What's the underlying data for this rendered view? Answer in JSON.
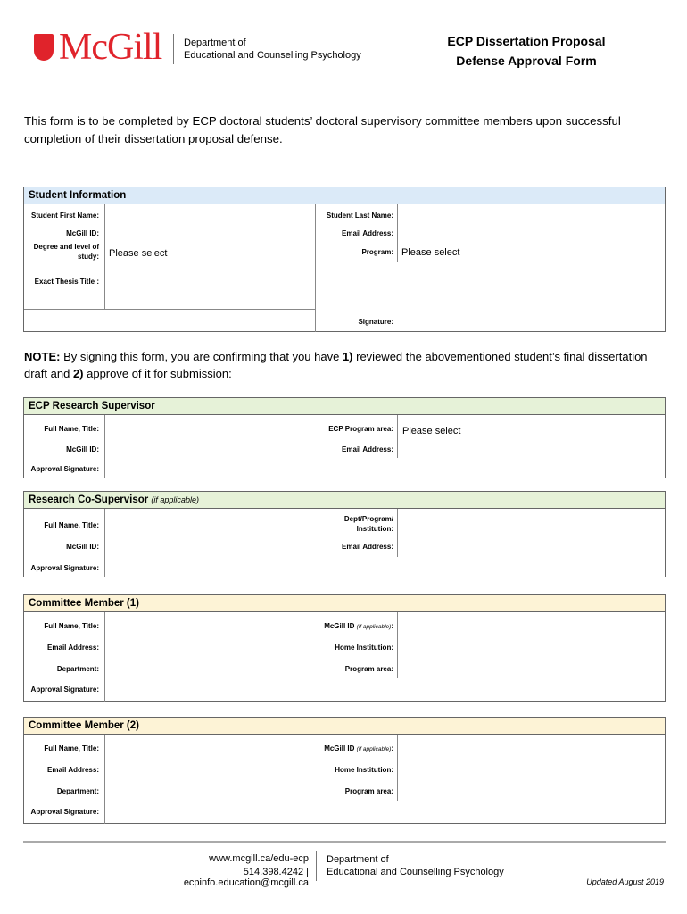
{
  "header": {
    "logo_word": "McGill",
    "dept_line1": "Department of",
    "dept_line2": "Educational and Counselling Psychology",
    "title_line1": "ECP Dissertation Proposal",
    "title_line2": "Defense Approval Form"
  },
  "intro": "This form is to be completed by ECP doctoral students’ doctoral supervisory committee members upon successful completion of their dissertation proposal defense.",
  "student": {
    "heading": "Student Information",
    "first_name": "Student First Name:",
    "last_name": "Student Last Name:",
    "mcgill_id": "McGill ID:",
    "email": "Email Address:",
    "degree": "Degree and level of study:",
    "degree_value": "Please select",
    "program": "Program:",
    "program_value": "Please select",
    "thesis_title": "Exact Thesis Title :",
    "signature": "Signature:"
  },
  "note": {
    "bold": "NOTE:",
    "text1": " By signing this form, you are confirming that you have ",
    "b1": "1)",
    "text2": "  reviewed the abovementioned student’s final dissertation draft and ",
    "b2": "2)",
    "text3": " approve of it for submission:"
  },
  "supervisor": {
    "heading": "ECP Research Supervisor",
    "full_name": "Full Name, Title:",
    "program_area": "ECP Program area:",
    "program_area_value": "Please select",
    "mcgill_id": "McGill ID:",
    "email": "Email Address:",
    "approval": "Approval Signature:"
  },
  "cosupervisor": {
    "heading": "Research Co-Supervisor",
    "heading_note": "(if applicable)",
    "full_name": "Full Name, Title:",
    "dept": "Dept/Program/ Institution:",
    "mcgill_id": "McGill ID:",
    "email": "Email Address:",
    "approval": "Approval Signature:"
  },
  "committee1": {
    "heading": "Committee Member (1)",
    "full_name": "Full Name, Title:",
    "mcgill_id": "McGill ID",
    "mcgill_id_note": "(if applicable)",
    "mcgill_id_colon": ":",
    "email": "Email Address:",
    "home": "Home Institution:",
    "department": "Department:",
    "program_area": "Program area:",
    "approval": "Approval Signature:"
  },
  "committee2": {
    "heading": "Committee Member (2)",
    "full_name": "Full Name, Title:",
    "mcgill_id": "McGill ID",
    "mcgill_id_note": "(if applicable)",
    "mcgill_id_colon": ":",
    "email": "Email Address:",
    "home": "Home Institution:",
    "department": "Department:",
    "program_area": "Program area:",
    "approval": "Approval Signature:"
  },
  "footer": {
    "web": "www.mcgill.ca/edu-ecp",
    "contact": "514.398.4242 | ecpinfo.education@mcgill.ca",
    "dept_line1": "Department of",
    "dept_line2": "Educational and Counselling Psychology",
    "updated": "Updated August 2019"
  },
  "colors": {
    "mcgill_red": "#e0232b",
    "student_head": "#dbeaf8",
    "supervisor_head": "#e6f2d8",
    "committee_head": "#fdf3d6"
  }
}
